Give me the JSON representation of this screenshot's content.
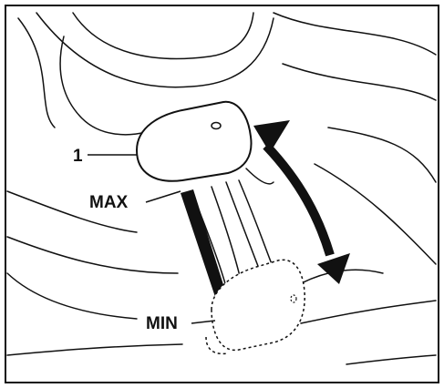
{
  "labels": {
    "callout_1": "1",
    "max": "MAX",
    "min": "MIN"
  },
  "colors": {
    "line": "#111111",
    "background": "#ffffff"
  }
}
